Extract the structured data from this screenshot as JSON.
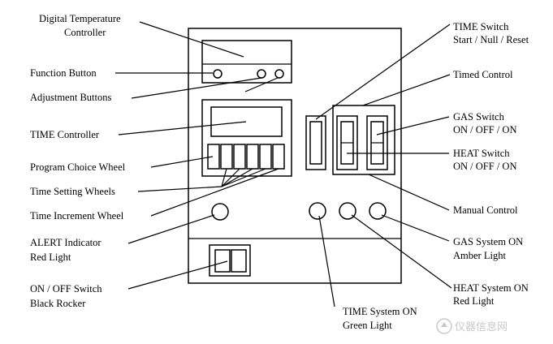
{
  "labels": {
    "digital_temp_1": "Digital Temperature",
    "digital_temp_2": "Controller",
    "function_button": "Function Button",
    "adjustment_buttons": "Adjustment Buttons",
    "time_controller": "TIME Controller",
    "program_choice_wheel": "Program Choice Wheel",
    "time_setting_wheels": "Time Setting Wheels",
    "time_increment_wheel": "Time Increment Wheel",
    "alert_1": "ALERT Indicator",
    "alert_2": "Red Light",
    "onoff_1": "ON / OFF Switch",
    "onoff_2": "Black Rocker",
    "time_switch_1": "TIME Switch",
    "time_switch_2": "Start / Null / Reset",
    "timed_control": "Timed Control",
    "gas_switch_1": "GAS Switch",
    "gas_switch_2": "ON / OFF / ON",
    "heat_switch_1": "HEAT Switch",
    "heat_switch_2": "ON / OFF / ON",
    "manual_control": "Manual Control",
    "gas_system_1": "GAS System ON",
    "gas_system_2": "Amber Light",
    "heat_system_1": "HEAT System ON",
    "heat_system_2": "Red Light",
    "time_system_1": "TIME System ON",
    "time_system_2": "Green Light"
  },
  "watermark": "仪器信息网"
}
